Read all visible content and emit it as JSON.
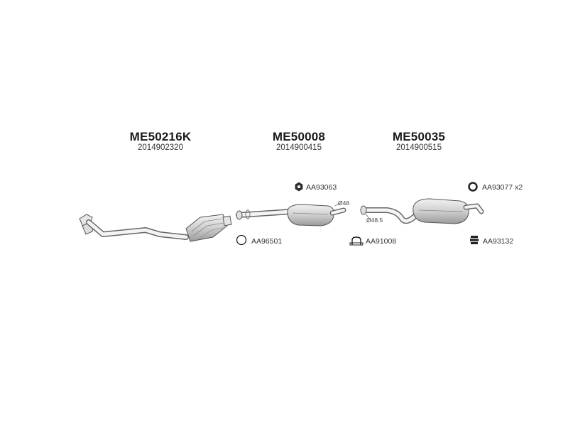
{
  "parts": [
    {
      "code": "ME50216K",
      "oem": "2014902320"
    },
    {
      "code": "ME50008",
      "oem": "2014900415"
    },
    {
      "code": "ME50035",
      "oem": "2014900515"
    }
  ],
  "accessories": [
    {
      "code": "AA93063",
      "icon": "bracket-icon"
    },
    {
      "code": "AA96501",
      "icon": "ring-gasket-icon"
    },
    {
      "code": "AA91008",
      "icon": "clamp-icon"
    },
    {
      "code": "AA93077 x2",
      "icon": "rubber-ring-icon"
    },
    {
      "code": "AA93132",
      "icon": "rubber-mount-icon"
    }
  ],
  "dimensions": {
    "d1": "Ø48",
    "d2": "Ø48.5"
  }
}
